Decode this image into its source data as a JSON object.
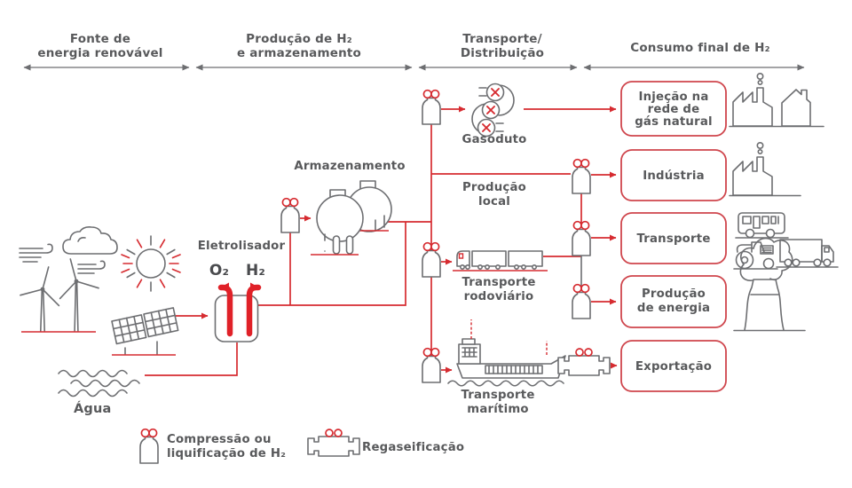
{
  "colors": {
    "red_line": "#d62b30",
    "box_border": "#cf454c",
    "icon_gray": "#6d6e71",
    "text_gray": "#58595b",
    "thick_arrow_red": "#e02128"
  },
  "headers": [
    {
      "line1": "Fonte de",
      "line2": "energia renovável"
    },
    {
      "line1": "Produção de H₂",
      "line2": "e armazenamento"
    },
    {
      "line1": "Transporte/",
      "line2": "Distribuição"
    },
    {
      "line1": "Consumo final de H₂"
    }
  ],
  "nodes": {
    "agua": "Água",
    "eletrolisador": "Eletrolisador",
    "o2": "O₂",
    "h2": "H₂",
    "armazenamento": "Armazenamento",
    "gasoduto": "Gasoduto",
    "producao_local": {
      "line1": "Produção",
      "line2": "local"
    },
    "transporte_rodoviario": {
      "line1": "Transporte",
      "line2": "rodoviário"
    },
    "transporte_maritimo": {
      "line1": "Transporte",
      "line2": "marítimo"
    }
  },
  "boxes": [
    {
      "lines": [
        "Injeção na",
        "rede de",
        "gás natural"
      ],
      "icon": "factory-and-house-icon"
    },
    {
      "lines": [
        "Indústria"
      ],
      "icon": "factory-icon"
    },
    {
      "lines": [
        "Transporte"
      ],
      "icon": "bus-tractor-truck-icon"
    },
    {
      "lines": [
        "Produção",
        "de energia"
      ],
      "icon": "power-plant-icon"
    },
    {
      "lines": [
        "Exportação"
      ],
      "icon": ""
    }
  ],
  "legend": {
    "compressao": {
      "line1": "Compressão ou",
      "line2": "liquificação de H₂"
    },
    "regaseificacao": "Regaseificação"
  },
  "icons": {
    "renewables": [
      "wind-gust-icon",
      "cloud-icon",
      "sun-icon",
      "wind-turbine-icon",
      "solar-panels-icon",
      "water-waves-icon"
    ],
    "process": [
      "electrolyser-icon",
      "compressor-icon",
      "storage-tanks-icon",
      "pipeline-valves-icon",
      "truck-icon",
      "cargo-ship-icon",
      "regasifier-icon"
    ],
    "consumers": [
      "factory-and-house-icon",
      "factory-icon",
      "bus-icon",
      "tractor-icon",
      "truck-trailer-icon",
      "power-plant-icon"
    ]
  }
}
